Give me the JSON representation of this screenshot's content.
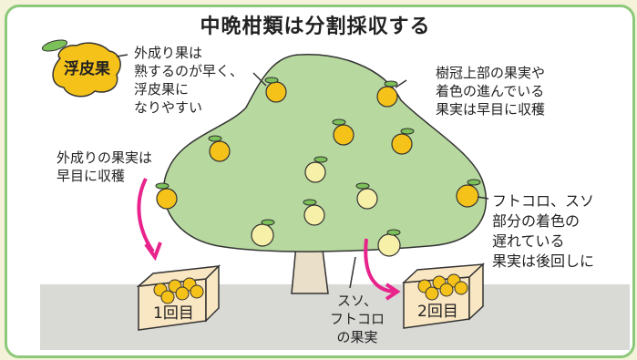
{
  "title": "中晩柑類は分割採収する",
  "ukikawa_label": "浮皮果",
  "note_outer": "外成り果は\n熟するのが早く、\n浮皮果に\nなりやすい",
  "note_top": "樹冠上部の果実や\n着色の進んでいる\n果実は早目に収穫",
  "note_outer_harvest": "外成りの果実は\n早目に収穫",
  "note_inner": "フトコロ、スソ\n部分の着色の\n遅れている\n果実は後回しに",
  "note_suso": "スソ、\nフトコロ\nの果実",
  "box1_label": "1回目",
  "box2_label": "2回目",
  "colors": {
    "frame_border": "#8dc97a",
    "canopy": "#b7d89e",
    "ground": "#d9d9d6",
    "ripe_fruit": "#f5c21a",
    "unripe_fruit": "#f6f0a8",
    "arrow": "#e8248c",
    "crate": "#f9e6c2"
  }
}
